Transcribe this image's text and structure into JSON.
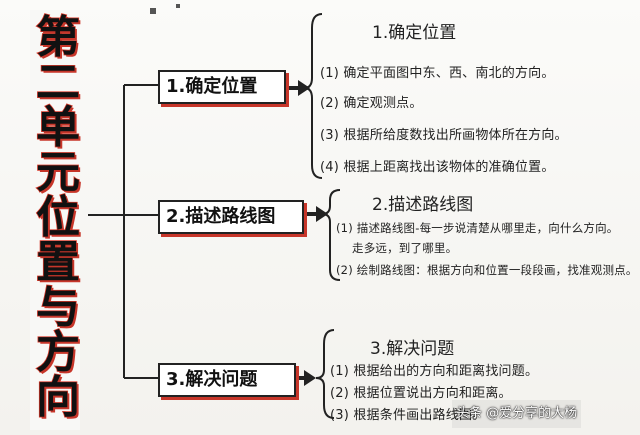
{
  "title_chars": [
    "第",
    "二",
    "单",
    "元",
    "位",
    "置",
    "与",
    "方",
    "向"
  ],
  "branches": [
    {
      "box_label": "1.确定位置",
      "heading": "1.确定位置",
      "items": [
        "(1) 确定平面图中东、西、南北的方向。",
        "(2) 确定观测点。",
        "(3) 根据所给度数找出所画物体所在方向。",
        "(4) 根据上距离找出该物体的准确位置。"
      ]
    },
    {
      "box_label": "2.描述路线图",
      "heading": "2.描述路线图",
      "items": [
        "(1) 描述路线图-每一步说清楚从哪里走，向什么方向。",
        "走多远，到了哪里。",
        "(2) 绘制路线图：根据方向和位置一段段画，找准观测点。"
      ]
    },
    {
      "box_label": "3.解决问题",
      "heading": "3.解决问题",
      "items": [
        "(1) 根据给出的方向和距离找问题。",
        "(2) 根据位置说出方向和距离。",
        "(3) 根据条件画出路线图。"
      ]
    }
  ],
  "watermark": "头条 @爱分享的大杨",
  "colors": {
    "accent": "#c7362a",
    "ink": "#1a1a1a",
    "paper": "#f6f5f2"
  }
}
